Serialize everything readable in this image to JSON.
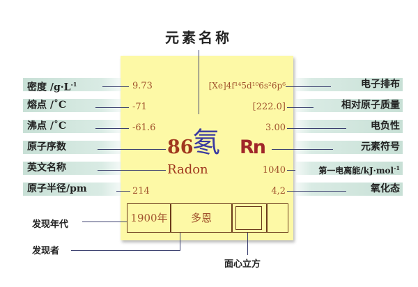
{
  "title": "元素名称",
  "left_labels": [
    {
      "label": "密度 /g·L",
      "sup": "-1",
      "value": "9.73"
    },
    {
      "label": "熔点 /˚C",
      "sup": "",
      "value": "-71"
    },
    {
      "label": "沸点 /˚C",
      "sup": "",
      "value": "-61.6"
    },
    {
      "label": "原子序数",
      "sup": "",
      "value": "86"
    },
    {
      "label": "英文名称",
      "sup": "",
      "value": "Radon"
    },
    {
      "label": "原子半径/pm",
      "sup": "",
      "value": "214"
    }
  ],
  "right_labels": [
    {
      "label": "电子排布",
      "value": "[Xe]4f¹⁴5d¹⁰6s²6p⁶"
    },
    {
      "label": "相对原子质量",
      "value": "[222.0]"
    },
    {
      "label": "电负性",
      "value": "3.00"
    },
    {
      "label": "元素符号",
      "value": "Rn"
    },
    {
      "label": "第一电离能/kJ·mol",
      "sup": "-1",
      "value": "1040"
    },
    {
      "label": "氧化态",
      "value": "4,2"
    }
  ],
  "element_name": "氡",
  "bottom": {
    "year": "1900年",
    "discoverer": "多恩",
    "year_label": "发现年代",
    "discoverer_label": "发现者",
    "structure_label": "面心立方"
  }
}
